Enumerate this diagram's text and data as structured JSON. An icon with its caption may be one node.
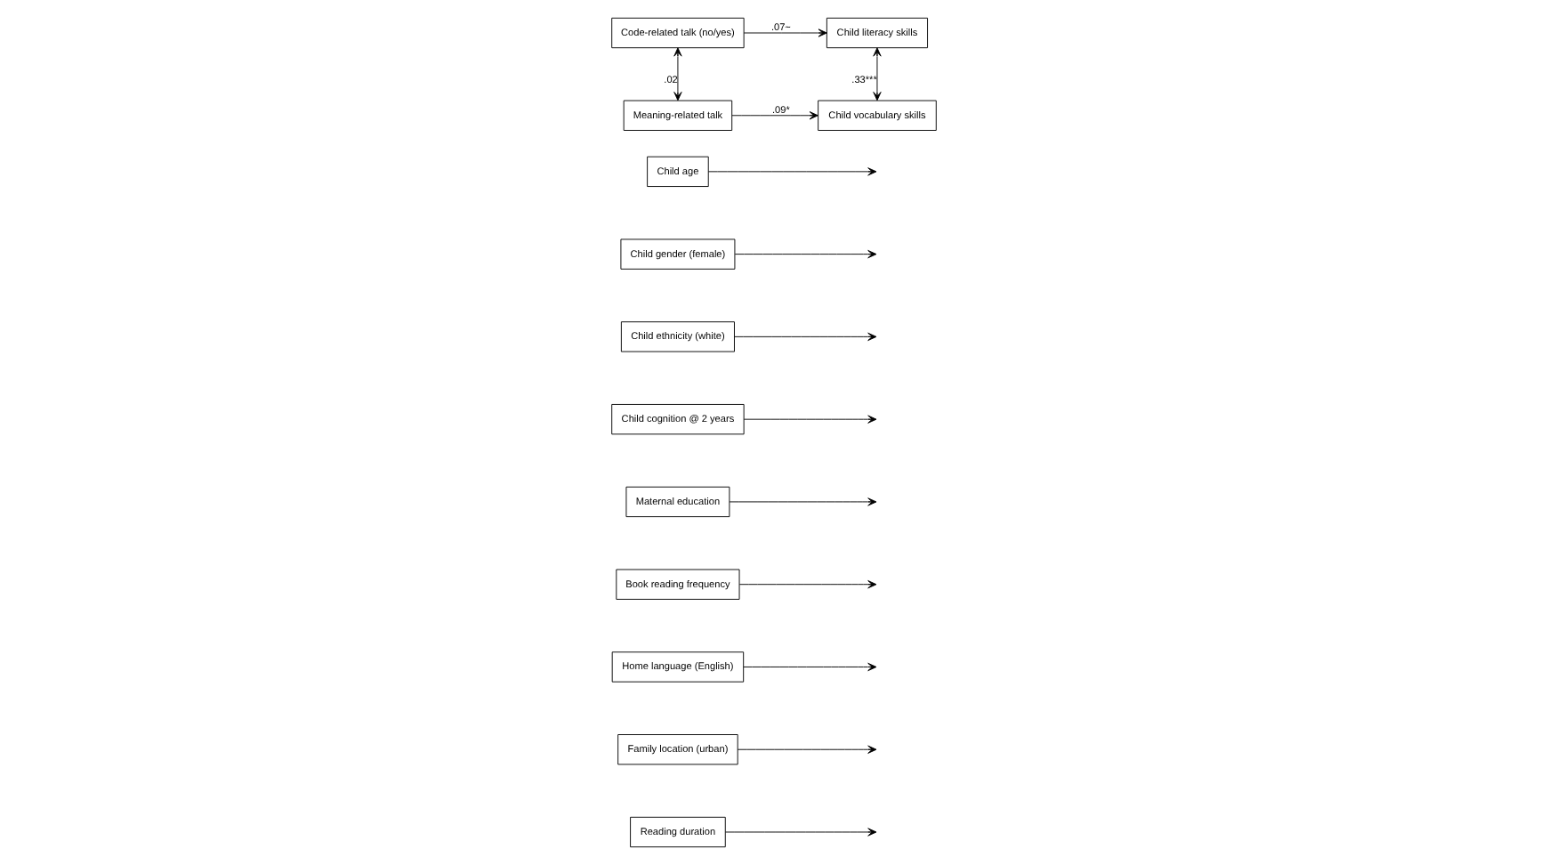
{
  "diagram": {
    "nodes": [
      {
        "text": [
          "Child age"
        ]
      },
      {
        "text": [
          "Child gender (female)"
        ]
      },
      {
        "text": [
          "Child ethnicity (white)"
        ]
      },
      {
        "text": [
          "Child cognition @ 2 years"
        ]
      },
      {
        "text": [
          "Maternal education"
        ]
      },
      {
        "text": [
          "Book reading frequency"
        ]
      },
      {
        "text": [
          "Home language (English)"
        ]
      },
      {
        "text": [
          "Family location (urban)"
        ]
      },
      {
        "text": [
          "Reading duration"
        ]
      },
      {
        "text": [
          "Code-related talk (no/yes)"
        ]
      },
      {
        "text": [
          "Child literacy skills"
        ]
      },
      {
        "text": [
          "Meaning-related talk"
        ]
      },
      {
        "text": [
          "Child vocabulary skills"
        ]
      }
    ],
    "edges": [
      {
        "from": 0,
        "to": null,
        "arrow": "to"
      },
      {
        "from": 1,
        "to": null,
        "arrow": "to"
      },
      {
        "from": 2,
        "to": null,
        "arrow": "to"
      },
      {
        "from": 3,
        "to": null,
        "arrow": "to"
      },
      {
        "from": 4,
        "to": null,
        "arrow": "to"
      },
      {
        "from": 5,
        "to": null,
        "arrow": "to"
      },
      {
        "from": 6,
        "to": null,
        "arrow": "to"
      },
      {
        "from": 7,
        "to": null,
        "arrow": "to"
      },
      {
        "from": 8,
        "to": null,
        "arrow": "to"
      },
      {
        "from": 9,
        "to": 10,
        "arrow": "to",
        "label": ".07~"
      },
      {
        "from": 11,
        "to": 12,
        "arrow": "to",
        "label": ".09*"
      },
      {
        "from": 9,
        "to": 11,
        "arrow": "both",
        "label": ".02"
      },
      {
        "from": 10,
        "to": 12,
        "arrow": "both",
        "label": ".33***"
      }
    ]
  }
}
